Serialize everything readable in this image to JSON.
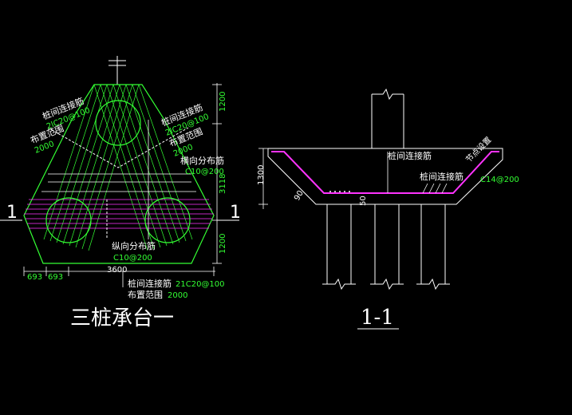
{
  "plan": {
    "title": "三桩承台一",
    "section_mark": "1",
    "left_note_label": "桩间连接筋",
    "left_note_rebar": "2lC20@100",
    "left_note_range_label": "布置范围",
    "left_note_range_value": "2000",
    "right_note_label": "桩间连接筋",
    "right_note_rebar": "2lC20@100",
    "right_note_range_label": "布置范围",
    "right_note_range_value": "2000",
    "trans_label": "横向分布筋",
    "trans_rebar": "C10@200",
    "long_label": "纵向分布筋",
    "long_rebar": "C10@200",
    "bottom_note_label": "桩间连接筋",
    "bottom_note_rebar": "21C20@100",
    "bottom_note_range_label": "布置范围",
    "bottom_note_range_value": "2000",
    "dim_top": "1200",
    "dim_mid": "3118",
    "dim_bot": "1200",
    "dim_left_a": "693",
    "dim_left_b": "693",
    "dim_width": "3600"
  },
  "section": {
    "title": "1-1",
    "label_top": "桩间连接筋",
    "label_mid": "桩间连接筋",
    "label_right_a": "节点设置",
    "label_right_b": "C14@200",
    "dim_height": "1300",
    "dim_small": "50",
    "angle": "90"
  },
  "colors": {
    "background": "#000000",
    "lines": "#ffffff",
    "rebar_green": "#33ff33",
    "rebar_magenta": "#ff33ff",
    "rebar_cyan": "#00ffff"
  }
}
